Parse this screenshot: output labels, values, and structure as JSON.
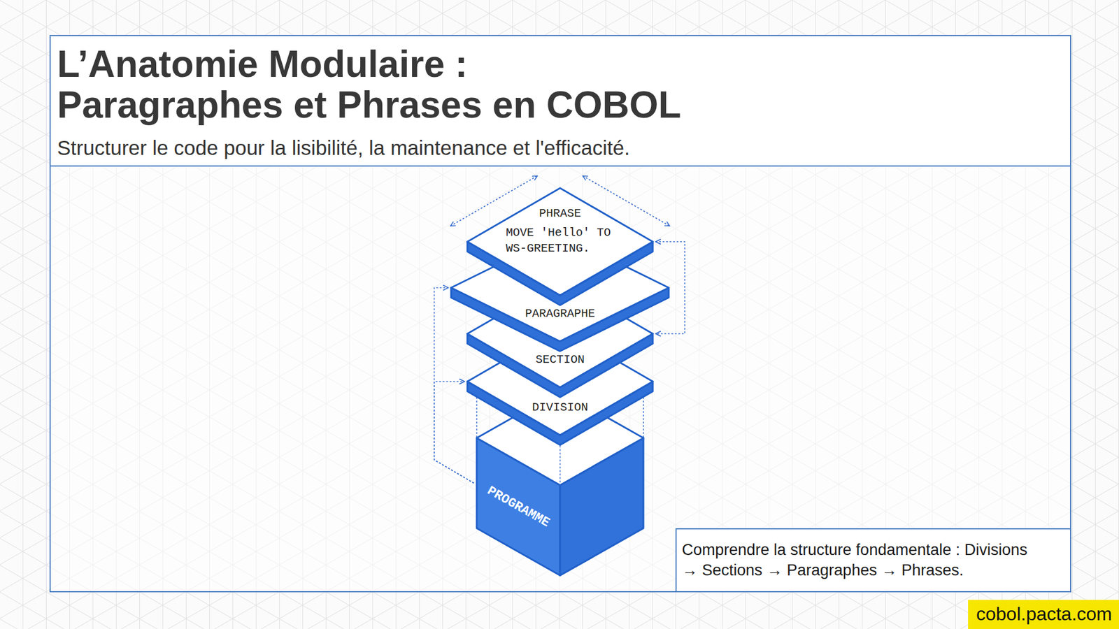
{
  "diagram": {
    "title": "L’Anatomie Modulaire : Paragraphes et Phrases en COBOL",
    "nodes": [
      {
        "text": [
          "PHRASE",
          "MOVE 'Hello' TO WS-GREETING."
        ]
      },
      {
        "text": [
          "PARAGRAPHE"
        ]
      },
      {
        "text": [
          "SECTION"
        ]
      },
      {
        "text": [
          "DIVISION"
        ]
      },
      {
        "text": [
          "PROGRAMME"
        ]
      },
      {
        "text": [
          "Comprendre la structure fondamentale : Divisions → Sections → Paragraphes → Phrases."
        ]
      }
    ],
    "edges": [
      {
        "from": 0,
        "to": 2,
        "arrow": "both"
      },
      {
        "from": 4,
        "to": 1,
        "arrow": "to"
      },
      {
        "from": 4,
        "to": 3,
        "arrow": "to"
      }
    ],
    "labels": [
      "Structurer le code pour la lisibilité, la maintenance et l'efficacité.",
      "cobol.pacta.com"
    ]
  }
}
